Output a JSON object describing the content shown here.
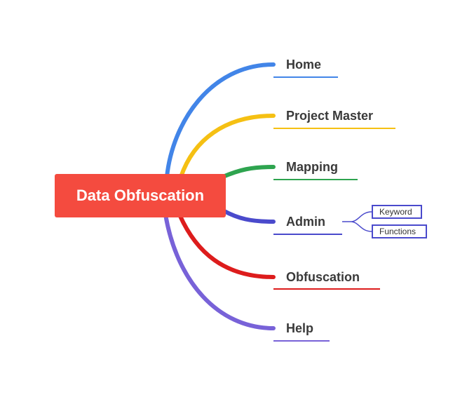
{
  "central": {
    "label": "Data Obfuscation",
    "color": "#f44b3f"
  },
  "branches": [
    {
      "label": "Home",
      "color": "#4285e8"
    },
    {
      "label": "Project Master",
      "color": "#f5c013"
    },
    {
      "label": "Mapping",
      "color": "#2ea44f"
    },
    {
      "label": "Admin",
      "color": "#4a4acc"
    },
    {
      "label": "Obfuscation",
      "color": "#dd1c1c"
    },
    {
      "label": "Help",
      "color": "#7862d8"
    }
  ],
  "admin_children": [
    {
      "label": "Keyword"
    },
    {
      "label": "Functions"
    }
  ]
}
